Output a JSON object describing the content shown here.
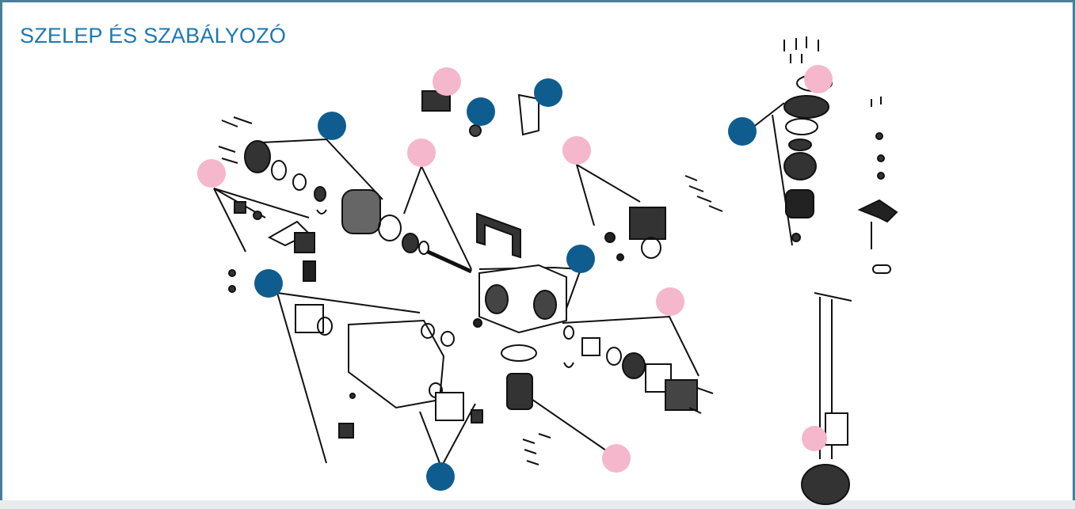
{
  "title": "SZELEP ÉS SZABÁLYOZÓ",
  "colors": {
    "frame": "#4a7f97",
    "title": "#1d78b0",
    "hotspot_blue": "#0e5d8e",
    "hotspot_pink": "#f4b7cb",
    "line": "#111111"
  },
  "hotspots": [
    {
      "name": "hotspot-valve-cap-assembly",
      "color": "blue"
    },
    {
      "name": "hotspot-left-fittings",
      "color": "pink"
    },
    {
      "name": "hotspot-small-connector",
      "color": "pink"
    },
    {
      "name": "hotspot-bracket",
      "color": "blue"
    },
    {
      "name": "hotspot-nut",
      "color": "blue"
    },
    {
      "name": "hotspot-piston-rod",
      "color": "pink"
    },
    {
      "name": "hotspot-right-plate-assembly",
      "color": "pink"
    },
    {
      "name": "hotspot-main-body",
      "color": "blue"
    },
    {
      "name": "hotspot-left-lower-assembly",
      "color": "blue"
    },
    {
      "name": "hotspot-right-stack",
      "color": "pink"
    },
    {
      "name": "hotspot-bottom-covers",
      "color": "blue"
    },
    {
      "name": "hotspot-cartridge",
      "color": "pink"
    },
    {
      "name": "hotspot-tank-top",
      "color": "blue"
    },
    {
      "name": "hotspot-tank-seal",
      "color": "pink"
    },
    {
      "name": "hotspot-riser-tube",
      "color": "pink"
    }
  ]
}
